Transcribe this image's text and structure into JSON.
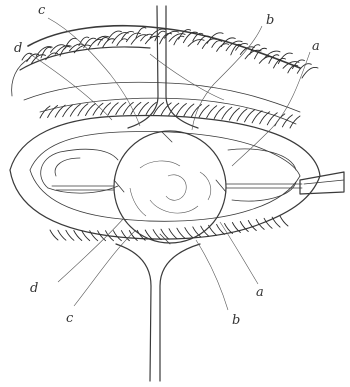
{
  "labels": {
    "c_top": "c",
    "b_top": "b",
    "d_top": "d",
    "a_top": "a",
    "d_bottom": "d",
    "c_bottom": "c",
    "a_bottom": "a",
    "b_bottom": "b"
  }
}
